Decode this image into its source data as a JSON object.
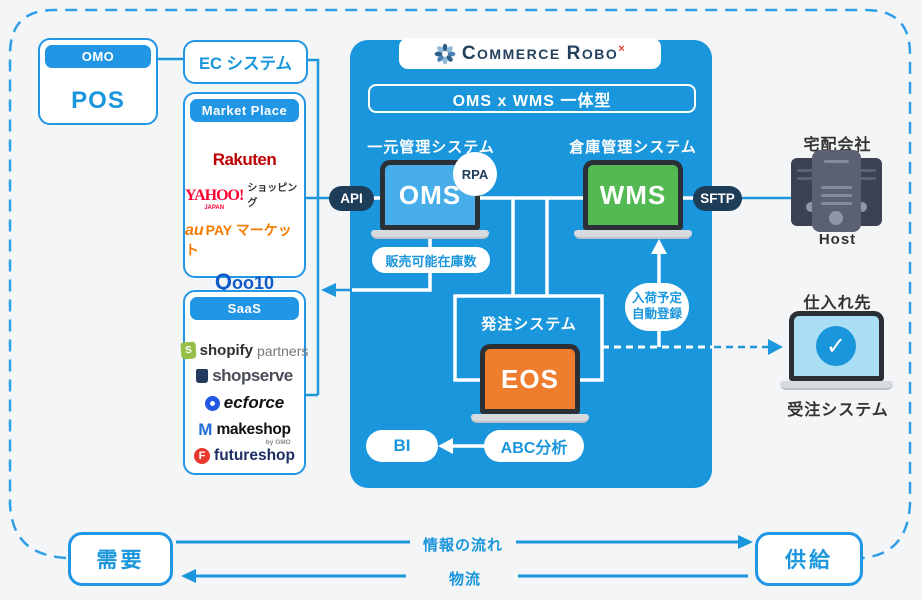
{
  "colors": {
    "accent_blue": "#1a96dc",
    "panel_blue": "#1a96dc",
    "oms_screen": "#47aeea",
    "wms_screen": "#53ba53",
    "eos_screen": "#ee7d2d",
    "badge_navy": "#1d3d59",
    "border_dash": "#2e9fe6"
  },
  "left": {
    "omo": {
      "header": "OMO",
      "label": "POS"
    },
    "ec_system": {
      "label": "EC システム"
    },
    "marketplace": {
      "header": "Market Place",
      "rakuten": "Rakuten",
      "yahoo": "YAHOO!",
      "yahoo_sub": "JAPAN",
      "yahoo_suffix": "ショッピング",
      "aupay_au": "au",
      "aupay_rest": "PAY マーケット",
      "qoo10_q": "Q",
      "qoo10_rest": "oo10"
    },
    "saas": {
      "header": "SaaS",
      "shopify_initial": "S",
      "shopify": "shopify",
      "shopify_suffix": "partners",
      "shopserve": "shopserve",
      "ecforce": "ecforce",
      "makeshop_mark": "M",
      "makeshop": "makeshop",
      "makeshop_by": "by GMO",
      "futureshop_initial": "F",
      "futureshop": "futureshop"
    }
  },
  "panel": {
    "logo": {
      "c1": "C",
      "w1": "OMMERCE",
      "c2": "R",
      "w2": "OBO",
      "sup": "×"
    },
    "banner": "OMS x WMS 一体型",
    "oms": {
      "title": "一元管理システム",
      "label": "OMS",
      "rpa_badge": "RPA",
      "api_badge": "API",
      "stock_pill": "販売可能在庫数"
    },
    "wms": {
      "title": "倉庫管理システム",
      "label": "WMS",
      "sftp_badge": "SFTP",
      "arrival_line1": "入荷予定",
      "arrival_line2": "自動登録"
    },
    "eos": {
      "title": "発注システム",
      "label": "EOS"
    },
    "bi": {
      "label": "BI"
    },
    "abc": {
      "label": "ABC分析"
    }
  },
  "right": {
    "delivery": {
      "title": "宅配会社",
      "caption": "Host"
    },
    "supplier": {
      "title": "仕入れ先",
      "check_icon": "✓",
      "caption": "受注システム"
    }
  },
  "bottom": {
    "demand": "需要",
    "supply": "供給",
    "info_flow": "情報の流れ",
    "logistics": "物流"
  }
}
